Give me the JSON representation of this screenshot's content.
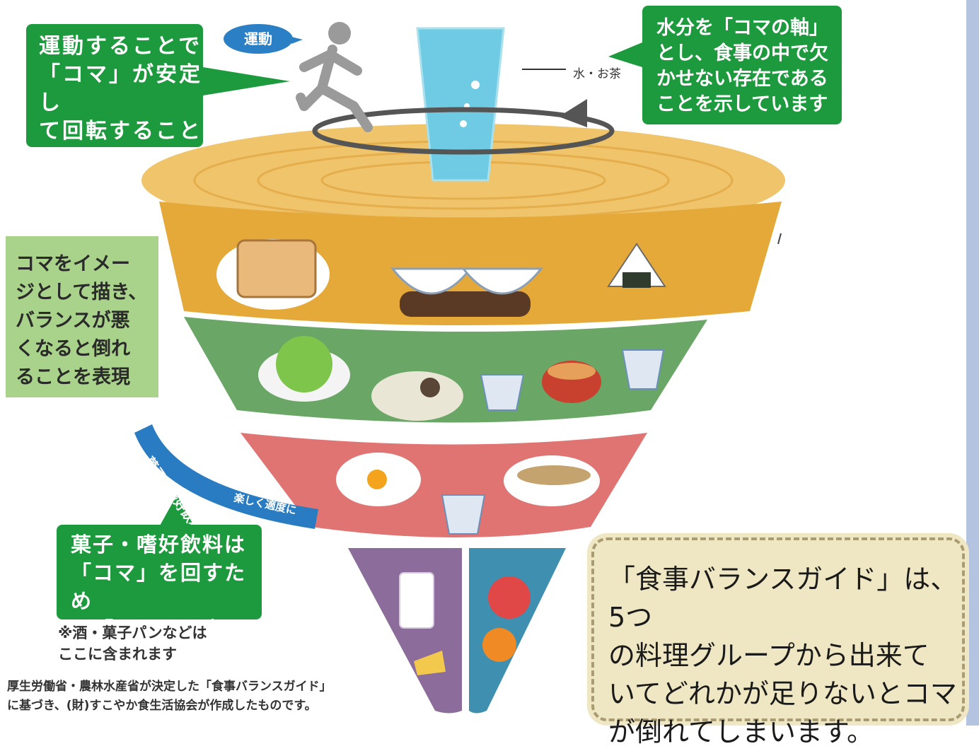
{
  "callouts": {
    "exercise": "運動することで\n「コマ」が安定し\nて回転することを\n表現",
    "water": "水分を「コマの軸」\nとし、食事の中で欠\nかせない存在である\nことを示しています",
    "balance": "コマをイメー\nジとして描き、\nバランスが悪\nくなると倒れ\nることを表現",
    "sweets": "菓子・嗜好飲料は\n「コマ」を回すため\nの「ヒモ」で表現"
  },
  "labels": {
    "exercise": "運動",
    "water": "水・お茶",
    "rope_main": "菓子・嗜好飲料",
    "rope_sub": "楽しく適度に"
  },
  "notes": {
    "alcohol": "※酒・菓子パンなどは\nここに含まれます",
    "source": "厚生労働省・農林水産省が決定した「食事バランスガイド」\nに基づき、(財)すこやか食生活協会が作成したものです。"
  },
  "summary": "「食事バランスガイド」は、5つ\nの料理グループから出来て\nいてどれかが足りないとコマ\nが倒れてしまいます。",
  "colors": {
    "callout_green": "#1e9a3e",
    "balance_green": "#a9d28a",
    "tier_staple": "#e5a93a",
    "tier_vegetable": "#6aa666",
    "tier_main": "#e07473",
    "tier_milk": "#8b6c9a",
    "tier_fruit": "#3f8fb1",
    "rope_blue": "#2a7cc2",
    "summary_bg": "#efe7c3"
  }
}
